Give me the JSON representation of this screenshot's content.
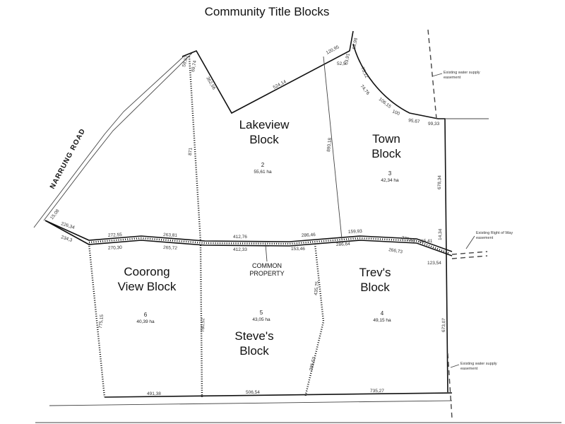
{
  "title": "Community Title Blocks",
  "road": "NARRUNG ROAD",
  "blocks": [
    {
      "id": "lakeview",
      "name_line1": "Lakeview",
      "name_line2": "Block",
      "number": "2",
      "area": "55,61 ha"
    },
    {
      "id": "town",
      "name_line1": "Town",
      "name_line2": "Block",
      "number": "3",
      "area": "42,34 ha"
    },
    {
      "id": "coorong",
      "name_line1": "Coorong",
      "name_line2": "View Block",
      "number": "6",
      "area": "40,39 ha"
    },
    {
      "id": "steves",
      "name_line1": "Steve's",
      "name_line2": "Block",
      "number": "5",
      "area": "43,05 ha"
    },
    {
      "id": "trevs",
      "name_line1": "Trev's",
      "name_line2": "Block",
      "number": "4",
      "area": "49,15 ha"
    }
  ],
  "common_property": {
    "line1": "COMMON",
    "line2": "PROPERTY"
  },
  "notes": {
    "water_top_1": "Existing water supply",
    "water_top_2": "easement",
    "row_1": "Existing Right of Way",
    "row_2": "easement",
    "water_bottom_1": "Existing water supply",
    "water_bottom_2": "easement"
  },
  "dimensions": {
    "top_a": "59,62",
    "top_b": "69,74",
    "top_c": "362,56",
    "top_d": "524,14",
    "top_e": "120,95",
    "top_f": "52,5",
    "top_g": "63,98",
    "top_h": "63,91",
    "arc_a": "75,12",
    "arc_b": "74,76",
    "arc_c": "106,15",
    "arc_d": "100",
    "arc_e": "95,67",
    "arc_f": "99,33",
    "mid_lake": "871",
    "mid_town": "890,18",
    "right_town": "678,34",
    "road_a": "15,08",
    "road_b": "226,34",
    "road_c": "234,3",
    "row_a": "272,55",
    "row_b": "263,81",
    "row_c": "412,76",
    "row_d": "286,46",
    "row_e": "159,93",
    "row_f": "270,30",
    "row_g": "265,72",
    "row_h": "412,33",
    "row_i": "153,46",
    "row_j": "286,64",
    "row_k": "273,68",
    "row_l": "266,73",
    "row_m": "115,41",
    "row_n": "14,34",
    "row_o": "123,54",
    "left_coorong": "775,15",
    "mid_coorong": "780,52",
    "mid_steve": "435,75",
    "mid_steve_b": "385,53",
    "right_trev": "673,07",
    "bottom_a": "491,38",
    "bottom_b": "506,54",
    "bottom_c": "735,27"
  }
}
